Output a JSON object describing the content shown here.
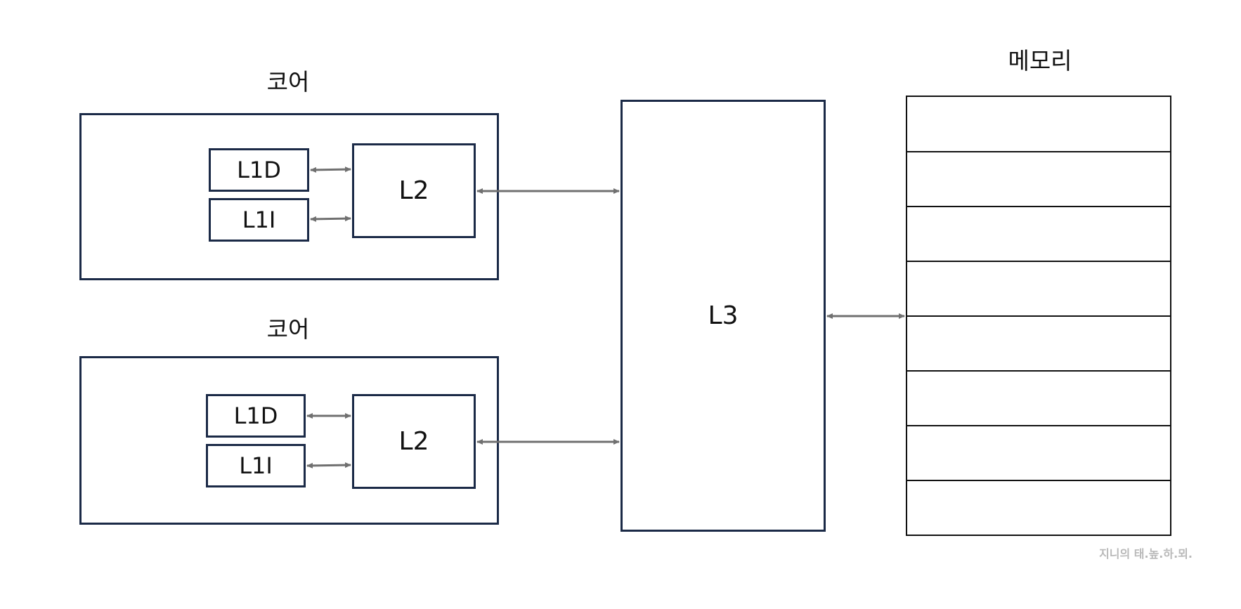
{
  "core1": {
    "title": "코어",
    "l1d": "L1D",
    "l1i": "L1I",
    "l2": "L2"
  },
  "core2": {
    "title": "코어",
    "l1d": "L1D",
    "l1i": "L1I",
    "l2": "L2"
  },
  "l3": {
    "label": "L3"
  },
  "memory": {
    "title": "메모리",
    "row_count": 8
  },
  "watermark": "지니의 태.높.하.뫼.",
  "colors": {
    "box_border": "#1b2a47",
    "arrow": "#707070",
    "memory_border": "#111111",
    "watermark": "#b9b9b9"
  }
}
